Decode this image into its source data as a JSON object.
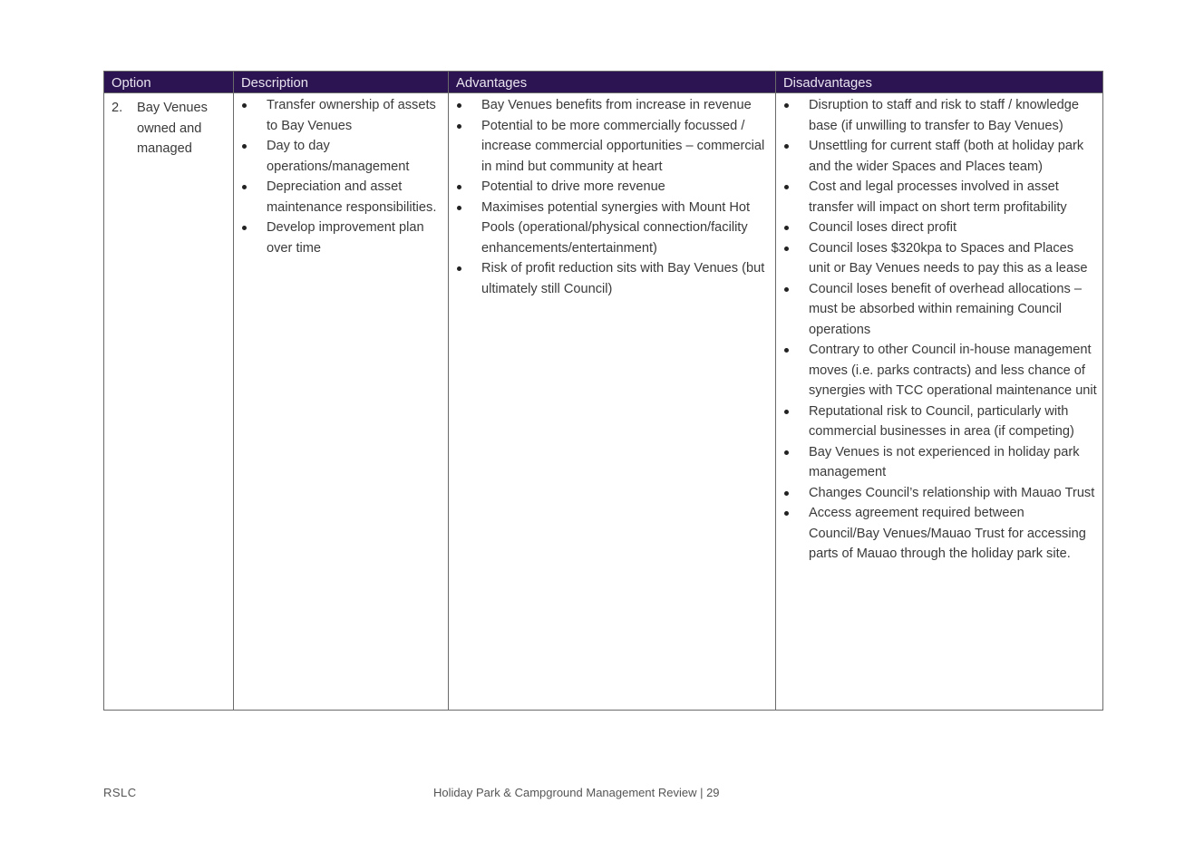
{
  "table": {
    "headers": [
      "Option",
      "Description",
      "Advantages",
      "Disadvantages"
    ],
    "option": {
      "number": "2.",
      "label": "Bay Venues owned and managed"
    },
    "description": [
      "Transfer ownership of assets to Bay Venues",
      "Day to day operations/management",
      "Depreciation and asset maintenance responsibilities.",
      "Develop improvement plan over time"
    ],
    "advantages": [
      "Bay Venues benefits from increase in revenue",
      "Potential to be more commercially focussed / increase commercial opportunities – commercial in mind but community at heart",
      "Potential to drive more revenue",
      "Maximises potential synergies with Mount Hot Pools (operational/physical connection/facility enhancements/entertainment)",
      "Risk of profit reduction sits with Bay Venues (but ultimately still Council)"
    ],
    "disadvantages": [
      "Disruption to staff and risk to staff / knowledge base (if unwilling to transfer to Bay Venues)",
      "Unsettling for current staff (both at holiday park and the wider Spaces and Places team)",
      "Cost and legal processes involved in asset transfer will impact on short term profitability",
      "Council loses direct profit",
      "Council loses $320kpa to Spaces and Places unit or Bay Venues needs to pay this as a lease",
      "Council loses benefit of overhead allocations – must be absorbed within remaining Council operations",
      "Contrary to other Council in-house management moves (i.e. parks contracts) and less chance of synergies with TCC operational maintenance unit",
      "Reputational risk to Council, particularly with commercial businesses in area (if competing)",
      "Bay Venues is not experienced in holiday park management",
      "Changes Council’s relationship with Mauao Trust",
      "Access agreement required between Council/Bay Venues/Mauao Trust for accessing parts of Mauao through the holiday park site."
    ]
  },
  "footer": {
    "left": "RSLC",
    "center": "Holiday Park & Campground Management Review  |  29"
  },
  "colors": {
    "header_bg": "#2c1452",
    "header_text": "#e9e4f0"
  }
}
